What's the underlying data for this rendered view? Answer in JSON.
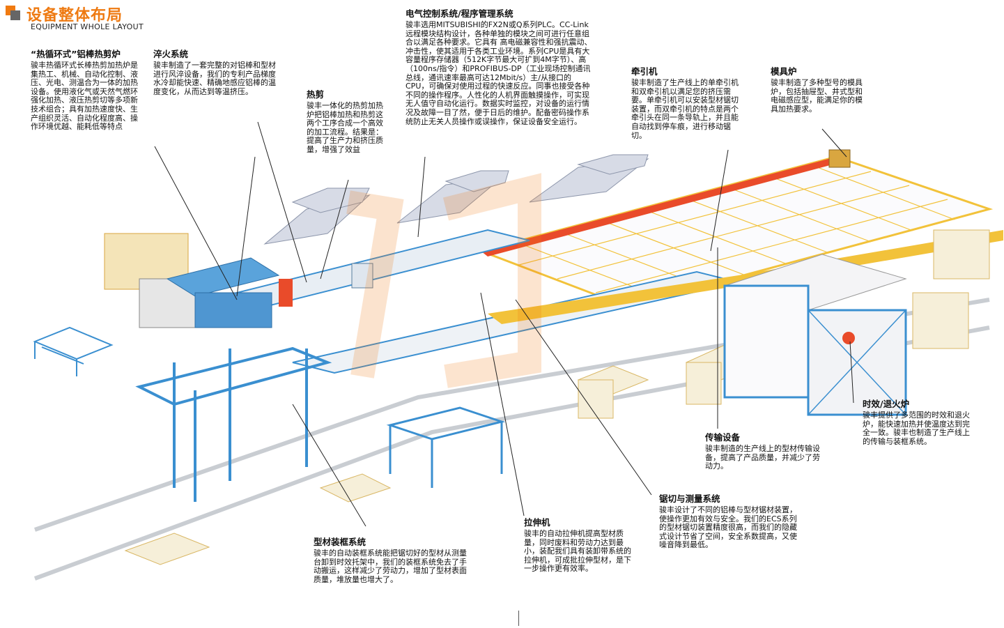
{
  "header": {
    "title": "设备整体布局",
    "subtitle": "EQUIPMENT WHOLE LAYOUT"
  },
  "colors": {
    "accent": "#ee7a12",
    "equipment_blue": "#3a8fd0",
    "rail_yellow": "#f2c23a",
    "floor_grey": "#d8dce0"
  },
  "annotations": [
    {
      "id": "hot-shear-furnace",
      "title": "“热循环式”铝棒热剪炉",
      "body": "骏丰热循环式长棒热剪加热炉是集热工、机械、自动化控制、液压、光电、测温合为一体的加热设备。使用液化气或天然气燃环强化加热、液压热剪切等多项新技术组合；具有加热速度快、生产组织灵活、自动化程度高、操作环境优越、能耗低等特点"
    },
    {
      "id": "quench-system",
      "title": "淬火系统",
      "body": "骏丰制造了一套完整的对铝棒和型材进行风淬设备，我们的专利产品梯度水冷却能快速、精确地感应铝棒的温度变化，从而达到等温挤压。"
    },
    {
      "id": "hot-shear",
      "title": "热剪",
      "body": "骏丰一体化的热剪加热炉把铝棒加热和热剪这两个工序合成一个高效的加工流程。结果是：提高了生产力和挤压质量，增强了效益"
    },
    {
      "id": "electrical-control",
      "title": "电气控制系统/程序管理系统",
      "body": "骏丰选用MITSUBISHI的FX2N或Q系列PLC。CC-Link远程模块结构设计，各种单独的模块之间可进行任意组合以满足各种要求。它具有 高电磁兼容性和强抗震动、冲击性，使其适用于各类工业环境。系列CPU是具有大容量程序存储器（512K字节最大可扩到4M字节）、高（100ns/指令）和PROFIBUS-DP（工业现场控制通讯总线，通讯速率最高可达12Mbit/s）主/从接口的CPU，可确保对使用过程的快速反应。同事也接受各种不同的操作程序。人性化的人机界面触摸操作，可实现无人值守自动化运行。数据实时监控，对设备的运行情况及故障一目了然，便于日后的维护。配备密码操作系统防止无关人员操作或误操作，保证设备安全运行。"
    },
    {
      "id": "puller",
      "title": "牵引机",
      "body": "骏丰制造了生产线上的单牵引机和双牵引机以满足您的挤压需要。单牵引机可以安装型材锯切装置，而双牵引机的特点是两个牵引头在同一条导轨上，并且能自动找到停车痕，进行移动锯切。"
    },
    {
      "id": "die-oven",
      "title": "模具炉",
      "body": "骏丰制造了多种型号的模具炉，包括抽屉型、井式型和电磁感应型，能满足你的模具加热要求。"
    },
    {
      "id": "aging-furnace",
      "title": "时效/退火炉",
      "body": "骏丰提供了多范围的时效和退火炉，能快速加热并使温度达到完全一致。骏丰也制造了生产线上的传输与装框系统。"
    },
    {
      "id": "conveyor",
      "title": "传输设备",
      "body": "骏丰制造的生产线上的型材传输设备，提高了产品质量，并减少了劳动力。"
    },
    {
      "id": "saw-measure",
      "title": "锯切与测量系统",
      "body": "骏丰设计了不同的铝棒与型材锯材装置，使操作更加有效与安全。我们的ECS系列的型材锯切装置精度很高，而我们的隐藏式设计节省了空间，安全系数提高，又使噪音降到最低。"
    },
    {
      "id": "stretcher",
      "title": "拉伸机",
      "body": "骏丰的自动拉伸机提高型材质量，同时废料和劳动力达到最小，装配我们具有装卸带系统的拉伸机，可成批拉伸型材，是下一步操作更有效率。"
    },
    {
      "id": "basket-loading",
      "title": "型材装框系统",
      "body": "骏丰的自动装框系统能把锯切好的型材从测量台卸到时效托架中，我们的装框系统免去了手动搬运，这样减少了劳动力，增加了型材表面质量，堆放量也增大了。"
    }
  ]
}
